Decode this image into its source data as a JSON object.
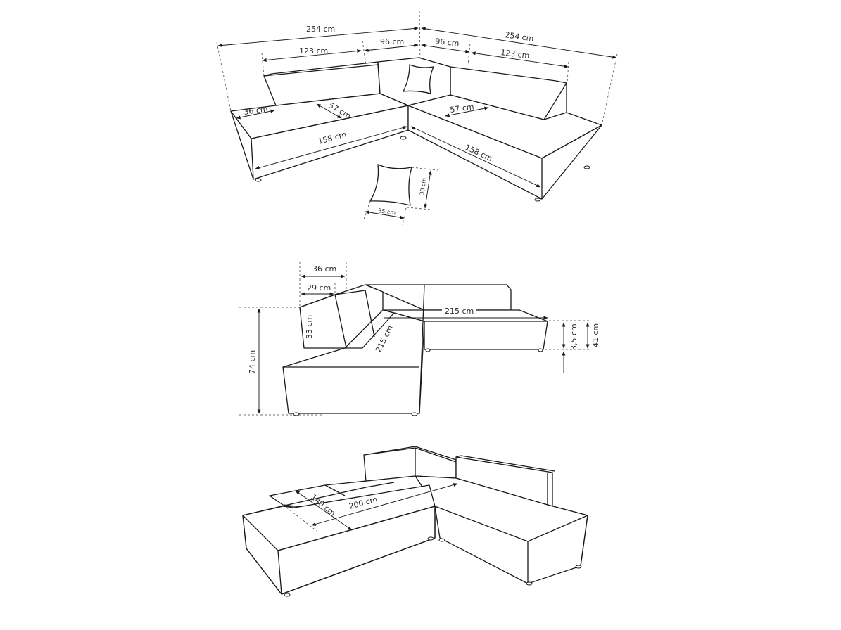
{
  "diagram": {
    "subject": "Corner sofa dimension drawing",
    "views": [
      {
        "id": "top-perspective",
        "labels": {
          "total_left": "254 cm",
          "total_right": "254 cm",
          "back_left": "123 cm",
          "corner_left": "96 cm",
          "corner_right": "96 cm",
          "back_right": "123 cm",
          "armrest": "36 cm",
          "seat_depth_left": "57 cm",
          "seat_depth_right": "57 cm",
          "seat_len_left": "158 cm",
          "seat_len_right": "158 cm",
          "pillow_width": "35 cm",
          "pillow_height": "30 cm"
        }
      },
      {
        "id": "side-view",
        "labels": {
          "armrest_total": "36 cm",
          "armrest_top": "29 cm",
          "armrest_height": "33 cm",
          "total_height": "74 cm",
          "diag_length": "215 cm",
          "length": "215 cm",
          "leg_height": "3,5 cm",
          "seat_height": "41 cm"
        }
      },
      {
        "id": "bed-mode",
        "labels": {
          "bed_width": "140 cm",
          "bed_length": "200 cm"
        }
      }
    ],
    "colors": {
      "line": "#1a1a1a",
      "background": "#ffffff"
    }
  }
}
